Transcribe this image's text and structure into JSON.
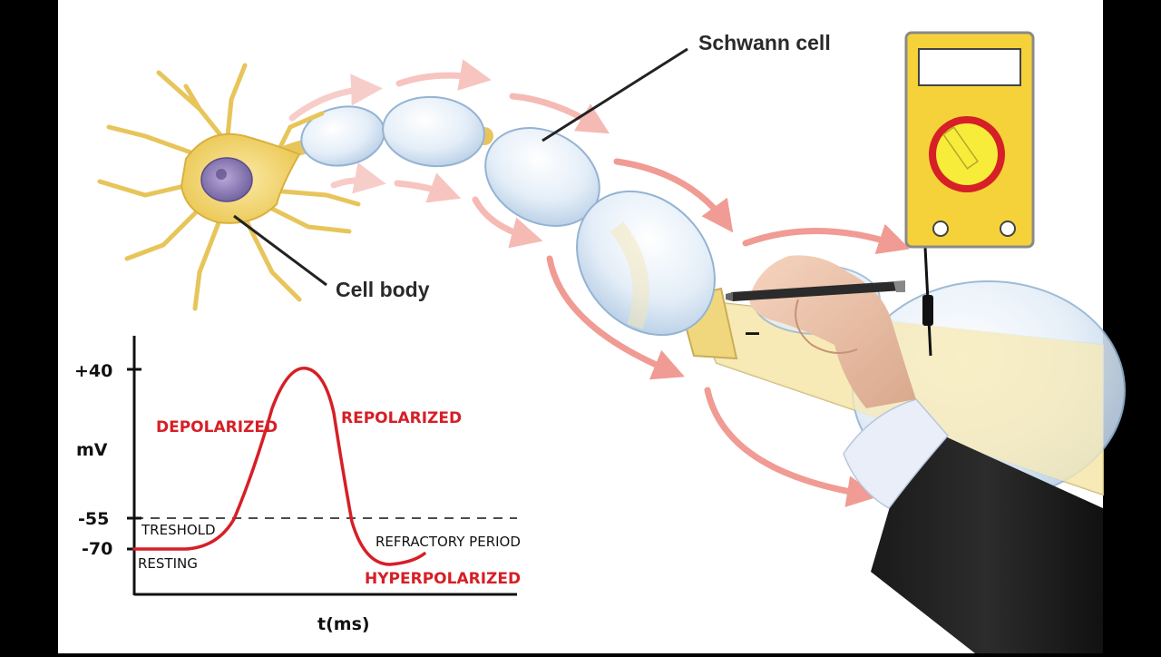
{
  "labels": {
    "schwann_cell": "Schwann cell",
    "cell_body": "Cell body"
  },
  "chart_data": {
    "type": "line",
    "xlabel": "t(ms)",
    "ylabel": "mV",
    "y_ticks": [
      "+40",
      "-55",
      "-70"
    ],
    "threshold_level": -55,
    "resting_level": -70,
    "peak_level": 40,
    "annotations": {
      "depolarized": "DEPOLARIZED",
      "repolarized": "REPOLARIZED",
      "threshold": "TRESHOLD",
      "resting": "RESTING",
      "refractory": "REFRACTORY PERIOD",
      "hyperpolarized": "HYPERPOLARIZED"
    },
    "grid": false
  },
  "colors": {
    "background": "#ffffff",
    "curve": "#d61f26",
    "arrow": "#ee8a80",
    "axon": "#f7e9b6",
    "soma": "#f2d36b",
    "meter_body": "#f5d23a",
    "meter_dial": "#f7ec3a",
    "meter_ring": "#d61f26"
  },
  "device": {
    "type": "voltmeter",
    "icon": "voltmeter-icon"
  }
}
